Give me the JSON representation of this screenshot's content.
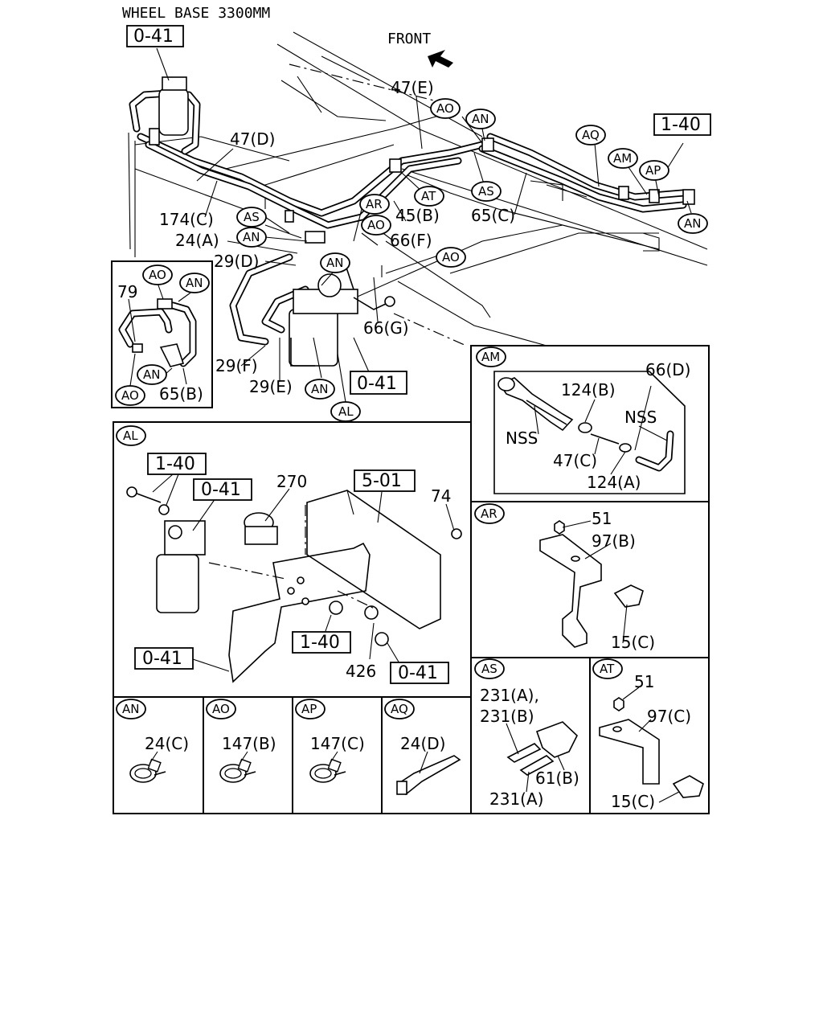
{
  "header": {
    "title": "WHEEL BASE 3300MM",
    "front": "FRONT"
  },
  "refs": {
    "r041": "0-41",
    "r140": "1-40",
    "r501": "5-01"
  },
  "callouts": {
    "AM": "AM",
    "AN": "AN",
    "AO": "AO",
    "AP": "AP",
    "AQ": "AQ",
    "AR": "AR",
    "AS": "AS",
    "AT": "AT",
    "AL": "AL"
  },
  "main_labels": {
    "p47E": "47(E)",
    "p47D": "47(D)",
    "p174C": "174(C)",
    "p24A": "24(A)",
    "p29D": "29(D)",
    "p45B": "45(B)",
    "p65C": "65(C)",
    "p66F": "66(F)",
    "p66G": "66(G)",
    "p29F": "29(F)",
    "p29E": "29(E)",
    "p79": "79",
    "p65B": "65(B)"
  },
  "am_panel": {
    "p66D": "66(D)",
    "p124B": "124(B)",
    "nss1": "NSS",
    "nss2": "NSS",
    "p47C": "47(C)",
    "p124A": "124(A)"
  },
  "al_panel": {
    "p270": "270",
    "p74": "74",
    "p426": "426"
  },
  "ar_panel": {
    "p51": "51",
    "p97B": "97(B)",
    "p15C": "15(C)"
  },
  "at_panel": {
    "p51": "51",
    "p97C": "97(C)",
    "p15C": "15(C)"
  },
  "as_panel": {
    "p231AB_1": "231(A),",
    "p231AB_2": "231(B)",
    "p61B": "61(B)",
    "p231A": "231(A)"
  },
  "small_panels": {
    "an": "24(C)",
    "ao": "147(B)",
    "ap": "147(C)",
    "aq": "24(D)"
  }
}
